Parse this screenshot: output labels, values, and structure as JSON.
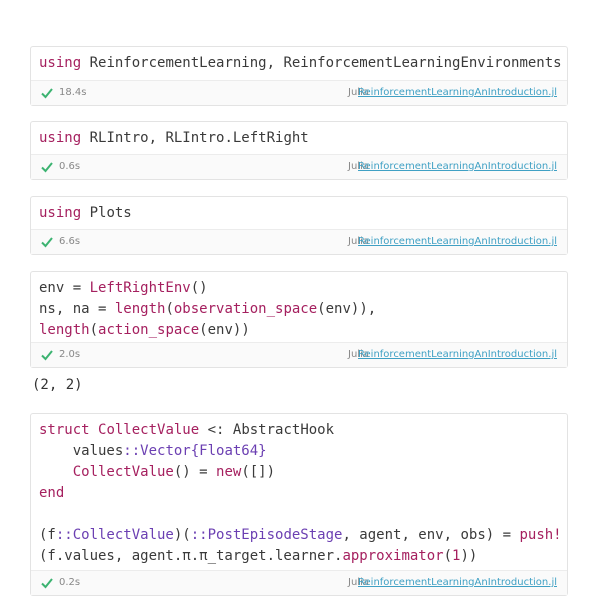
{
  "cells": [
    {
      "lines": [
        [
          [
            "kw",
            "using"
          ],
          [
            "p",
            " ReinforcementLearning, ReinforcementLearningEnvironments"
          ]
        ]
      ],
      "status": {
        "time": "18.4s",
        "lang": "Julia",
        "notebook": "ReinforcementLearningAnIntroduction.jl"
      }
    },
    {
      "lines": [
        [
          [
            "kw",
            "using"
          ],
          [
            "p",
            " RLIntro, RLIntro.LeftRight"
          ]
        ]
      ],
      "status": {
        "time": "0.6s",
        "lang": "Julia",
        "notebook": "ReinforcementLearningAnIntroduction.jl"
      }
    },
    {
      "lines": [
        [
          [
            "kw",
            "using"
          ],
          [
            "p",
            " Plots"
          ]
        ]
      ],
      "status": {
        "time": "6.6s",
        "lang": "Julia",
        "notebook": "ReinforcementLearningAnIntroduction.jl"
      }
    },
    {
      "lines": [
        [
          [
            "p",
            "env = "
          ],
          [
            "fn",
            "LeftRightEnv"
          ],
          [
            "p",
            "()"
          ]
        ],
        [
          [
            "p",
            "ns, na = "
          ],
          [
            "fn",
            "length"
          ],
          [
            "p",
            "("
          ],
          [
            "fn",
            "observation_space"
          ],
          [
            "p",
            "(env)),"
          ]
        ],
        [
          [
            "fn",
            "length"
          ],
          [
            "p",
            "("
          ],
          [
            "fn",
            "action_space"
          ],
          [
            "p",
            "(env))"
          ]
        ]
      ],
      "status": {
        "time": "2.0s",
        "lang": "Julia",
        "notebook": "ReinforcementLearningAnIntroduction.jl"
      }
    },
    {
      "lines": [
        [
          [
            "kw",
            "struct"
          ],
          [
            "p",
            " "
          ],
          [
            "fn",
            "CollectValue"
          ],
          [
            "p",
            " <: AbstractHook"
          ]
        ],
        [
          [
            "p",
            "    values"
          ],
          [
            "ty",
            "::Vector{Float64}"
          ]
        ],
        [
          [
            "p",
            "    "
          ],
          [
            "fn",
            "CollectValue"
          ],
          [
            "p",
            "() = "
          ],
          [
            "fn",
            "new"
          ],
          [
            "p",
            "([])"
          ]
        ],
        [
          [
            "kw",
            "end"
          ]
        ],
        [
          [
            "p",
            ""
          ]
        ],
        [
          [
            "p",
            "(f"
          ],
          [
            "ty",
            "::CollectValue"
          ],
          [
            "p",
            ")("
          ],
          [
            "ty",
            "::PostEpisodeStage"
          ],
          [
            "p",
            ", agent, env, obs) = "
          ],
          [
            "fn",
            "push!"
          ]
        ],
        [
          [
            "p",
            "(f.values, agent.π.π_target.learner."
          ],
          [
            "fn",
            "approximator"
          ],
          [
            "p",
            "("
          ],
          [
            "num",
            "1"
          ],
          [
            "p",
            "))"
          ]
        ]
      ],
      "status": {
        "time": "0.2s",
        "lang": "Julia",
        "notebook": "ReinforcementLearningAnIntroduction.jl"
      }
    }
  ],
  "output_text": "(2, 2)",
  "colors": {
    "keyword": "#a5205f",
    "type": "#6b3fb2",
    "link": "#3fa0c4",
    "check": "#3cb371"
  }
}
